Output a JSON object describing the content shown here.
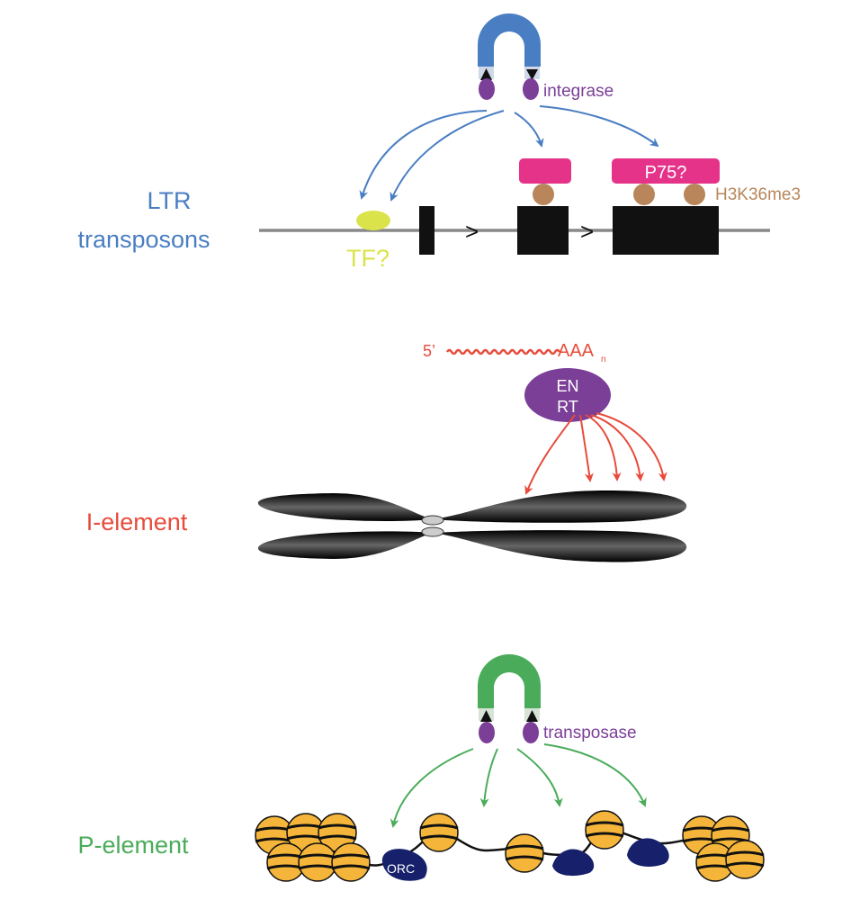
{
  "colors": {
    "ltr": "#4a7ec2",
    "integrase": "#7b3f98",
    "pink": "#e5338a",
    "brown": "#b8865a",
    "tf": "#dbe34b",
    "chromatin_line": "#888888",
    "ielement": "#e84b3b",
    "en_rt": "#7b3f98",
    "pelement": "#4aac5a",
    "nucleosome": "#f4b53a",
    "orc": "#16206b",
    "black": "#111111"
  },
  "ltr": {
    "label_line1": "LTR",
    "label_line2": "transposons",
    "integrase_label": "integrase",
    "tf_label": "TF?",
    "p75_label": "P75?",
    "histone_mark_label": "H3K36me3",
    "direction_glyph": ">"
  },
  "ielement": {
    "label": "I-element",
    "rna_5prime": "5’",
    "poly_a": "AAA",
    "poly_a_sub": "n",
    "enzyme_line1": "EN",
    "enzyme_line2": "RT"
  },
  "pelement": {
    "label": "P-element",
    "transposase_label": "transposase",
    "orc_label": "ORC"
  }
}
